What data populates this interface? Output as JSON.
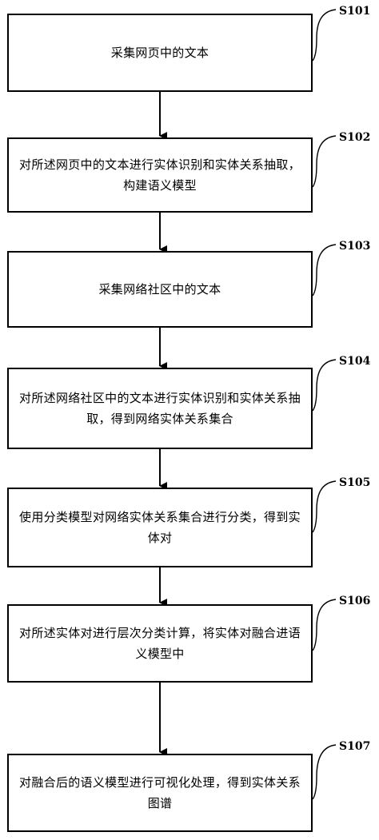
{
  "steps": [
    {
      "id": "S101",
      "text": "采集网页中的文本"
    },
    {
      "id": "S102",
      "text": "对所述网页中的文本进行实体识别和实体关系抽取，构建语义模型"
    },
    {
      "id": "S103",
      "text": "采集网络社区中的文本"
    },
    {
      "id": "S104",
      "text": "对所述网络社区中的文本进行实体识别和实体关系抽取，得到网络实体关系集合"
    },
    {
      "id": "S105",
      "text": "使用分类模型对网络实体关系集合进行分类，得到实体对"
    },
    {
      "id": "S106",
      "text": "对所述实体对进行层次分类计算，将实体对融合进语义模型中"
    },
    {
      "id": "S107",
      "text": "对融合后的语义模型进行可视化处理，得到实体关系图谱"
    }
  ],
  "colors": {
    "stroke": "#000000",
    "background": "#ffffff"
  }
}
